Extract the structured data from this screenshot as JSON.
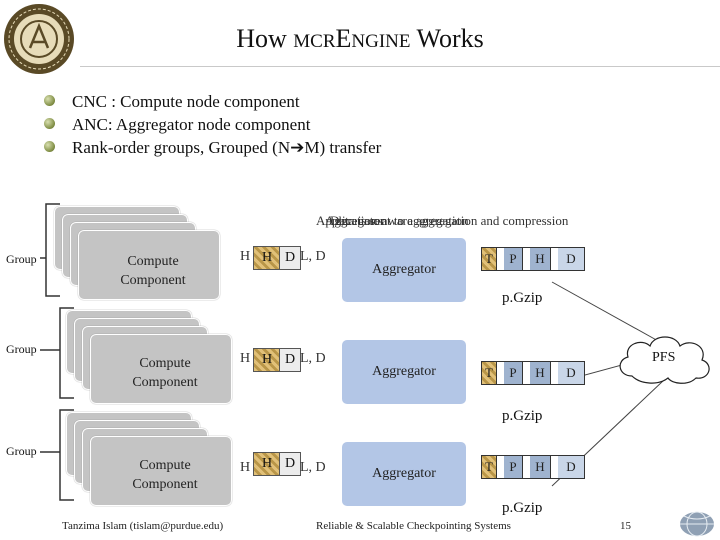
{
  "title": {
    "part1": "How ",
    "part2": "MCR",
    "part3": "E",
    "part4": "NGINE",
    "part5": " Works"
  },
  "bullets": [
    "CNC : Compute node component",
    "ANC: Aggregator node component",
    "Rank-order groups, Grouped (N",
    "M) transfer"
  ],
  "caption_a": "Application-aware aggregation and compression",
  "caption_b": "Aggregator",
  "caption_c": "Data is sent to aggregation",
  "rows": [
    {
      "group": "Group",
      "compute": [
        "Compute",
        "Component"
      ],
      "msg_tail": "L, D",
      "hlabel": "H",
      "dlabel": "D",
      "aggregator": "Aggregator",
      "out": [
        "T",
        "P",
        "H",
        "D"
      ],
      "pgzip": "p.Gzip"
    },
    {
      "group": "Group",
      "compute": [
        "Compute",
        "Component"
      ],
      "msg_tail": "L, D",
      "hlabel": "H",
      "dlabel": "D",
      "aggregator": "Aggregator",
      "out": [
        "T",
        "P",
        "H",
        "D"
      ],
      "pgzip": "p.Gzip"
    },
    {
      "group": "Group",
      "compute": [
        "Compute",
        "Component"
      ],
      "msg_tail": "L, D",
      "hlabel": "H",
      "dlabel": "D",
      "aggregator": "Aggregator",
      "out": [
        "T",
        "P",
        "H",
        "D"
      ],
      "pgzip": "p.Gzip"
    }
  ],
  "pfs": "PFS",
  "footer": {
    "author": "Tanzima Islam (tislam@purdue.edu)",
    "center": "Reliable & Scalable Checkpointing Systems",
    "page": "15"
  },
  "colors": {
    "aggregator": "#b3c6e6",
    "compute": "#c4c4c4",
    "header_hatch": "#c9a55a"
  },
  "icons": [
    "university-seal-icon",
    "bullet-sphere-icon",
    "right-arrow-icon",
    "cloud-icon",
    "globe-logo-icon"
  ]
}
